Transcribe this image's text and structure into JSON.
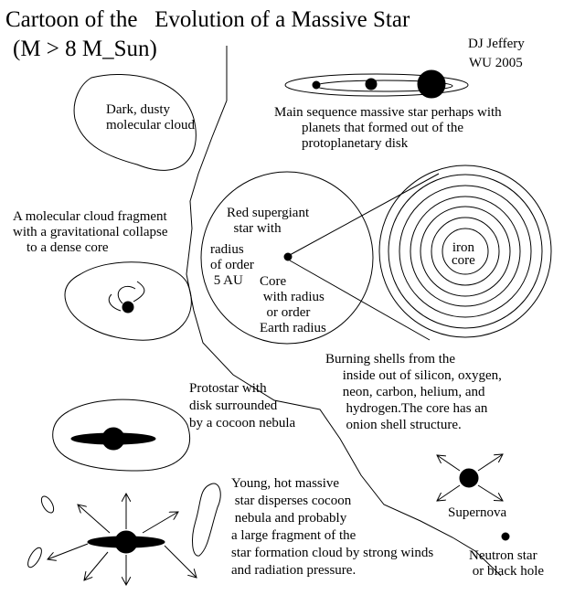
{
  "title": {
    "line1": "Cartoon of the   Evolution of a Massive Star",
    "line2": "(M > 8 M_Sun)"
  },
  "author": {
    "name": "DJ Jeffery",
    "affil": "WU 2005"
  },
  "labels": {
    "cloud": "Dark, dusty\nmolecular cloud",
    "main_sequence": "Main sequence massive star perhaps with\n        planets that formed out of the\n        protoplanetary disk",
    "fragment": "A molecular cloud fragment\nwith a gravitational collapse\n    to a dense core",
    "supergiant": "Red supergiant\n  star with",
    "radius": "radius\nof order\n 5 AU",
    "core": "Core\n with radius\n  or order\nEarth radius",
    "iron_core": "iron\ncore",
    "shells": "Burning shells from the\n     inside out of silicon, oxygen,\n     neon, carbon, helium, and\n      hydrogen.The core has an\n      onion shell structure.",
    "protostar": "Protostar with\ndisk surrounded\nby a cocoon nebula",
    "young": "Young, hot massive\n star disperses cocoon\n nebula and probably\na large fragment of the\nstar formation cloud by strong winds\nand radiation pressure.",
    "supernova": "Supernova",
    "remnant": "Neutron star\n or black hole"
  }
}
